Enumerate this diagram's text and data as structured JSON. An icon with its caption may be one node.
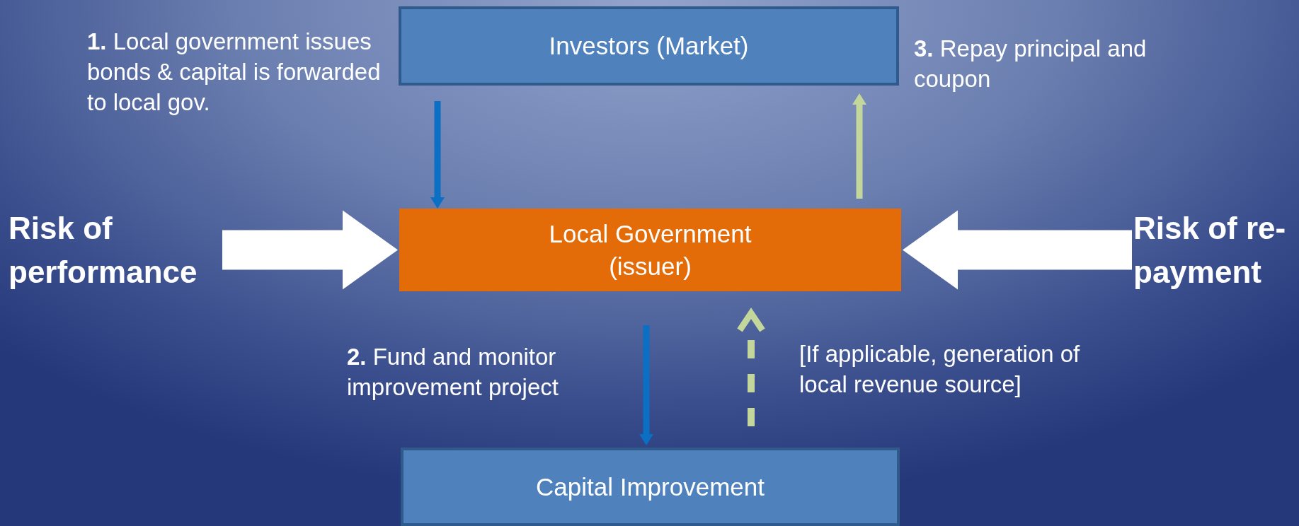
{
  "diagram": {
    "nodes": [
      {
        "text": [
          "Investors (Market)"
        ]
      },
      {
        "text": [
          "Local Government (issuer)"
        ]
      },
      {
        "text": [
          "Capital Improvement"
        ]
      },
      {
        "text": [
          "Risk of performance"
        ]
      },
      {
        "text": [
          "Risk of re- payment"
        ]
      }
    ],
    "edges": [
      {
        "from": 0,
        "to": 1,
        "arrow": "to",
        "label": "**1.** Local government issues bonds & capital is forwarded to local gov."
      },
      {
        "from": 1,
        "to": 0,
        "arrow": "to",
        "label": "**3.** Repay principal and coupon",
        "color": "#c3d69b"
      },
      {
        "from": 1,
        "to": 2,
        "arrow": "to",
        "label": "**2.** Fund and monitor improvement project"
      },
      {
        "from": 2,
        "to": 1,
        "arrow": "to",
        "label": "[If applicable, generation of local revenue source]",
        "style": "dashed",
        "color": "#c3d69b"
      },
      {
        "from": 3,
        "to": 1,
        "arrow": "to",
        "style": "thick",
        "color": "#ffffff"
      },
      {
        "from": 4,
        "to": 1,
        "arrow": "to",
        "style": "thick",
        "color": "#ffffff"
      }
    ]
  }
}
